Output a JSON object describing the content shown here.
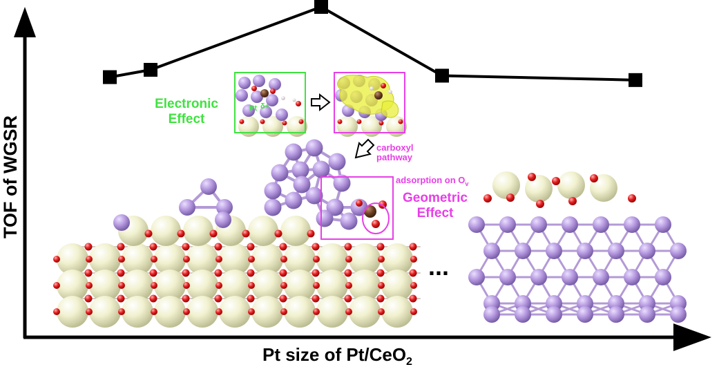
{
  "axes": {
    "x_label_main": "Pt size of Pt/CeO",
    "x_label_sub": "2",
    "y_label": "TOF of WGSR"
  },
  "chart_data": {
    "type": "line",
    "title": "",
    "xlabel": "Pt size of Pt/CeO2",
    "ylabel": "TOF of WGSR",
    "x": [
      1,
      2,
      3,
      4,
      5
    ],
    "series": [
      {
        "values": [
          0.52,
          0.57,
          1.0,
          0.53,
          0.5
        ]
      }
    ],
    "markers": "filled-square",
    "line_color": "#000000"
  },
  "annotations": {
    "electronic_line1": "Electronic",
    "electronic_line2": "Effect",
    "pt_label": "Pt",
    "pt_charge": "δ+",
    "carboxyl_line1": "carboxyl",
    "carboxyl_line2": "pathway",
    "adsorption_main": "adsorption on O",
    "adsorption_sub": "v",
    "geometric_line1": "Geometric",
    "geometric_line2": "Effect",
    "ellipsis": "..."
  },
  "colors": {
    "green": "#3fe23f",
    "magenta": "#e83ee8",
    "ce": "#efefc8",
    "pt": "#b89be0",
    "o": "#e01a1a",
    "c": "#6b3d22",
    "h": "#f2e8e8",
    "density": "#e8ef3a"
  },
  "icons": [
    "hollow-arrow-right-icon",
    "hollow-arrow-down-left-icon"
  ]
}
